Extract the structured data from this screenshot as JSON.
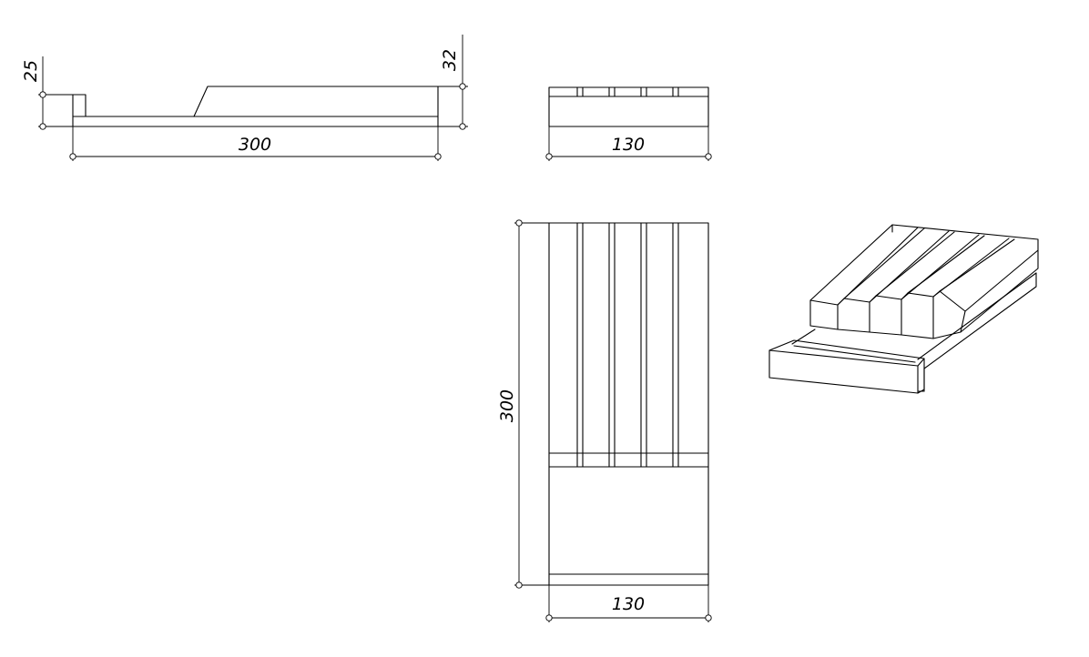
{
  "side_view": {
    "length_label": "300",
    "rim_height_label": "25",
    "body_height_label": "32"
  },
  "front_view": {
    "width_label": "130"
  },
  "top_view": {
    "length_label": "300",
    "width_label": "130"
  },
  "colors": {
    "line": "#000000",
    "background": "#ffffff"
  }
}
